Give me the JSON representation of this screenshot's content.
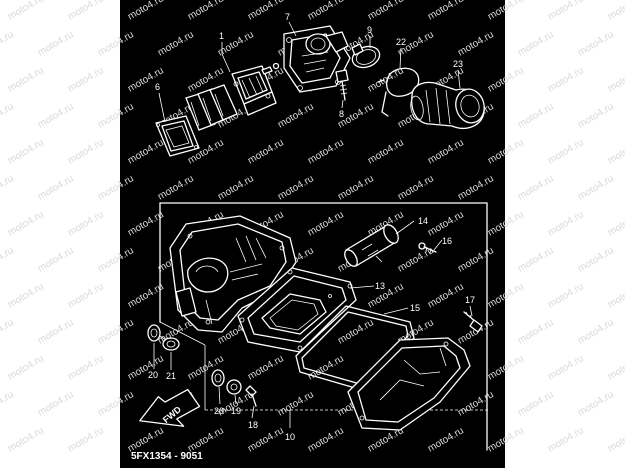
{
  "watermark": "moto4.ru",
  "callouts": [
    "1",
    "6",
    "7",
    "8",
    "9",
    "22",
    "23",
    "14",
    "16",
    "13",
    "15",
    "17",
    "20",
    "21",
    "20",
    "19",
    "18",
    "10"
  ],
  "fwd_label": "FWD",
  "caption": "5FX1354 - 9051"
}
